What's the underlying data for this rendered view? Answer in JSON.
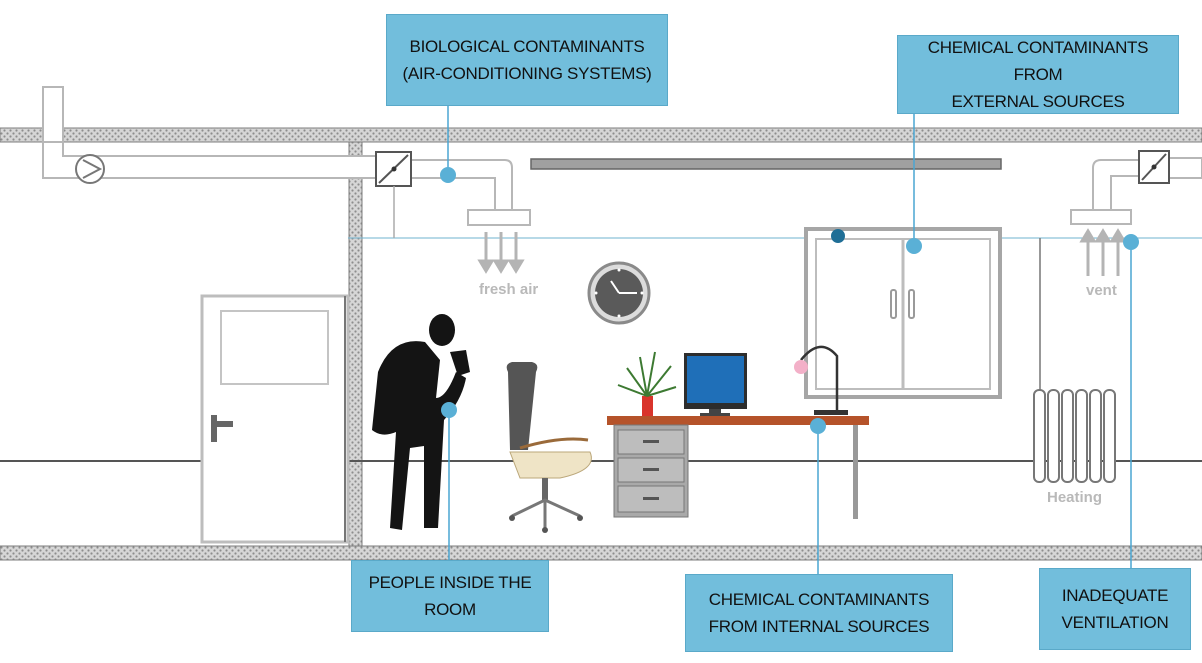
{
  "callouts": {
    "biological": [
      "BIOLOGICAL CONTAMINANTS",
      "(AIR-CONDITIONING SYSTEMS)"
    ],
    "chemical_external": [
      "CHEMICAL CONTAMINANTS FROM",
      "EXTERNAL SOURCES"
    ],
    "people": [
      "PEOPLE INSIDE THE",
      "ROOM"
    ],
    "chemical_internal": [
      "CHEMICAL CONTAMINANTS",
      "FROM INTERNAL SOURCES"
    ],
    "ventilation": [
      "INADEQUATE",
      "VENTILATION"
    ]
  },
  "labels": {
    "fresh_air": "fresh air",
    "vent": "vent",
    "heating": "Heating"
  },
  "colors": {
    "callout_fill": "#72bedc",
    "marker": "#5ab0d6",
    "marker_dark": "#1f6e96",
    "monitor": "#1f6fb8",
    "desk_top": "#b5532a",
    "plant_pot": "#d9342b"
  }
}
